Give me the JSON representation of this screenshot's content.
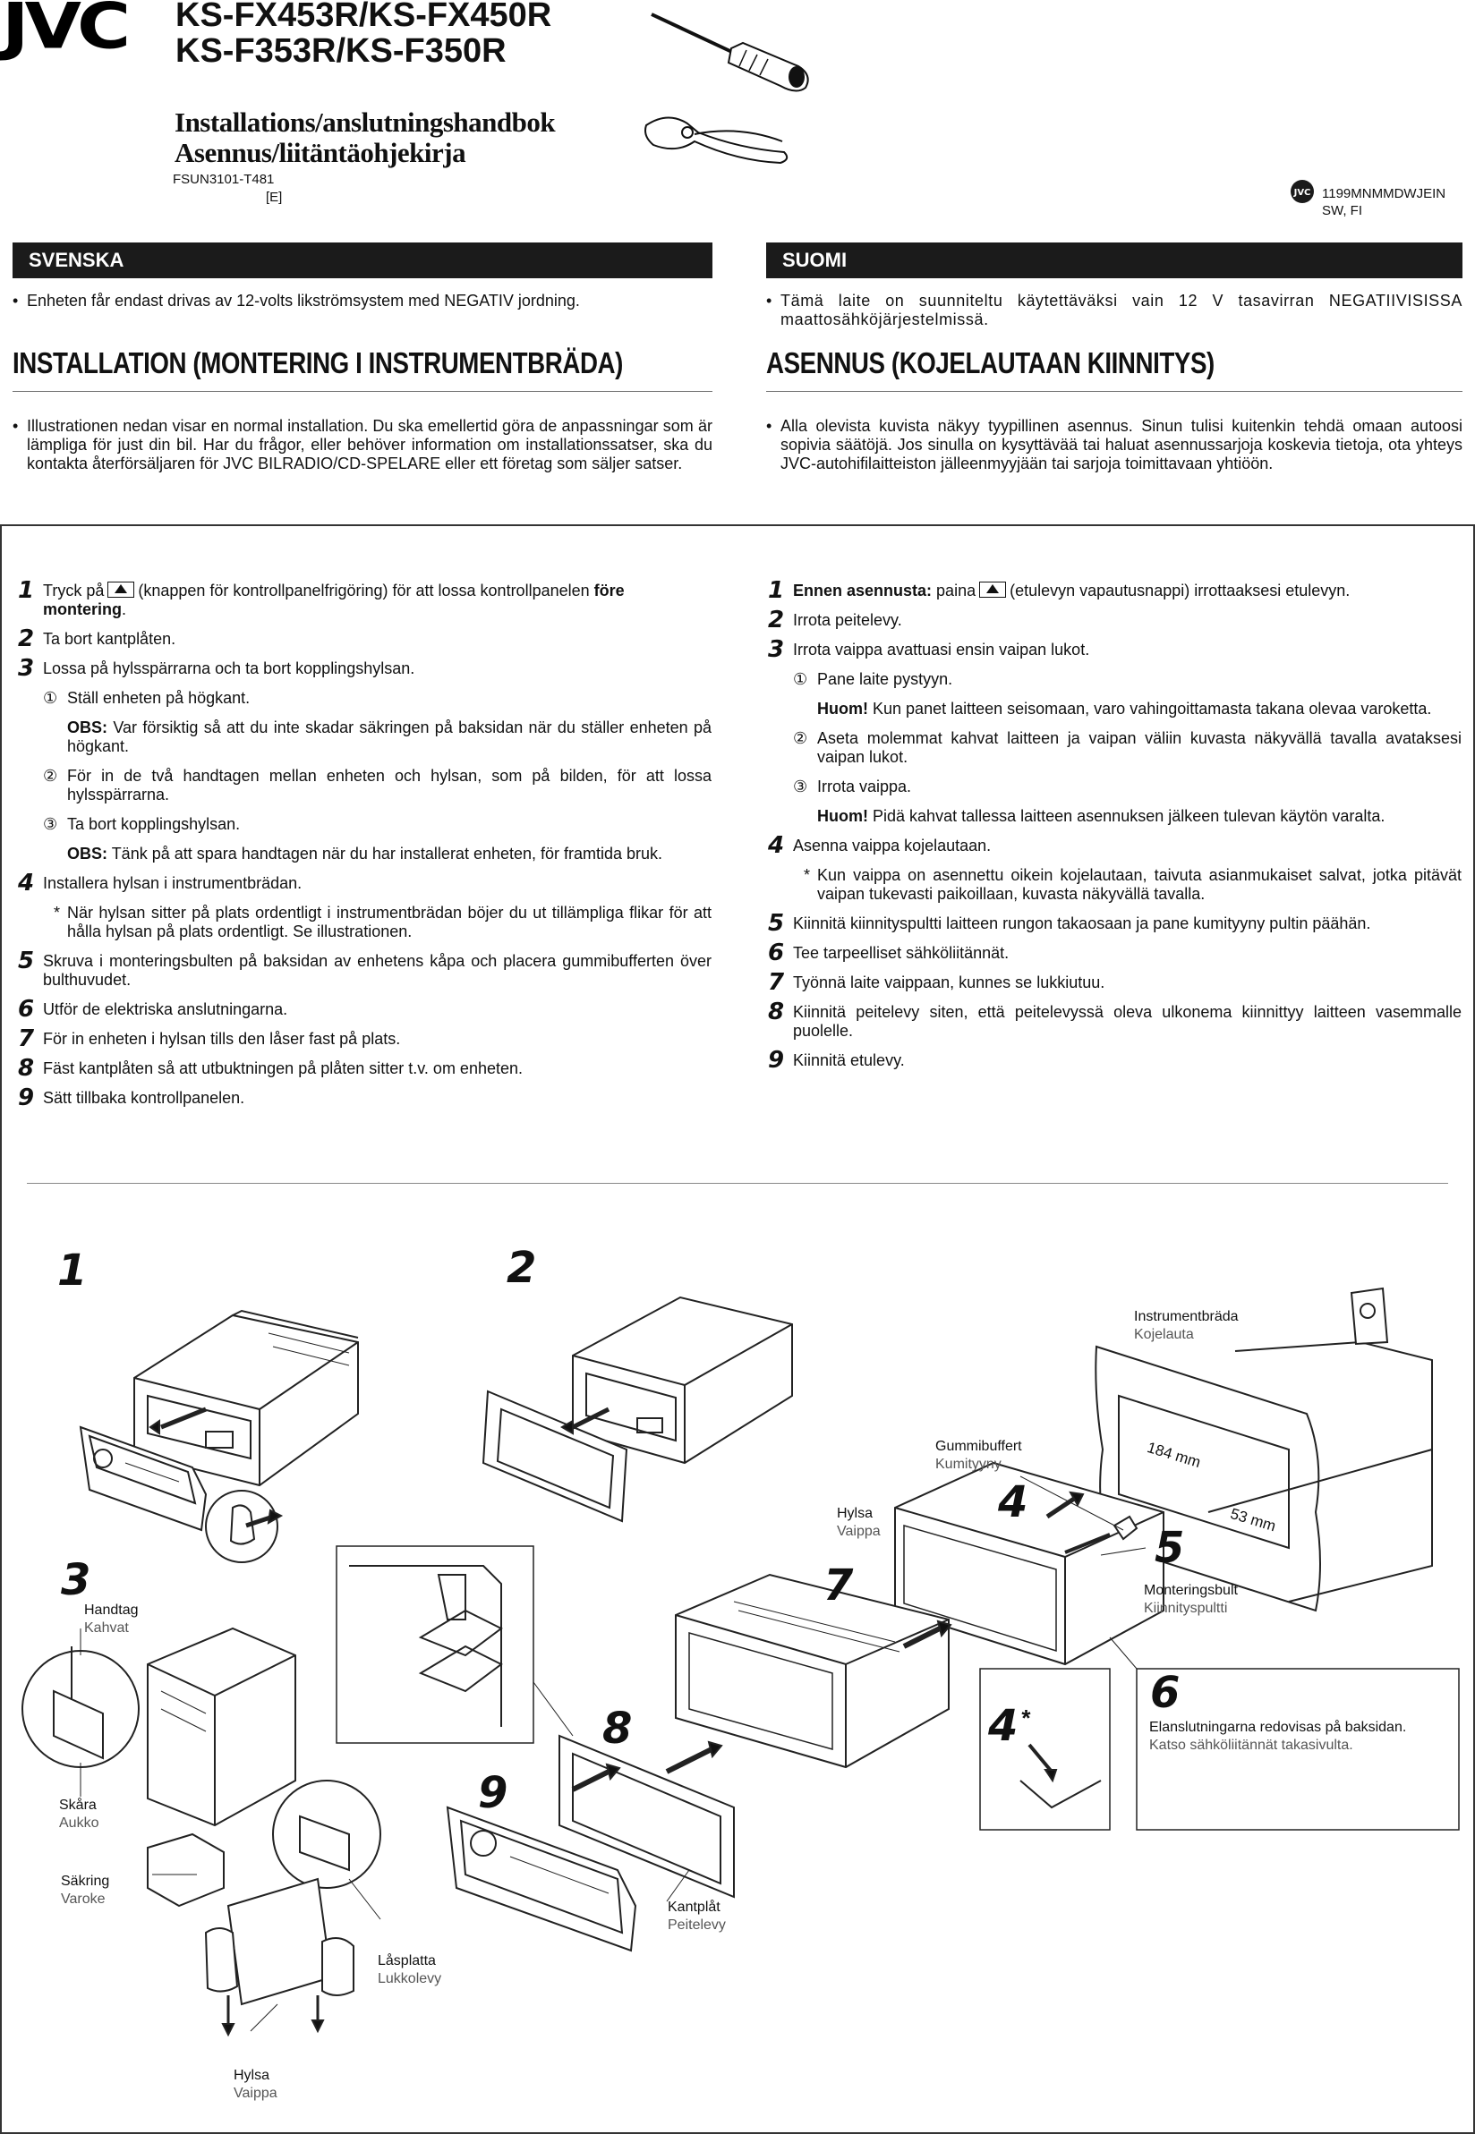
{
  "header": {
    "logo_text": "JVC",
    "model_line1": "KS-FX453R/KS-FX450R",
    "model_line2": "KS-F353R/KS-F350R",
    "handbook_line1": "Installations/anslutningshandbok",
    "handbook_line2": "Asennus/liitäntäohjekirja",
    "doc_code": "FSUN3101-T481",
    "doc_edition": "[E]",
    "print_code": "1199MNMMDWJEIN",
    "languages": "SW, FI",
    "seal_text": "JVC"
  },
  "sv": {
    "bar": "SVENSKA",
    "power_note": "Enheten får endast drivas av 12-volts likströmsystem med NEGATIV jordning.",
    "heading": "INSTALLATION (MONTERING I INSTRUMENTBRÄDA)",
    "intro": "Illustrationen nedan visar en normal installation. Du ska emellertid göra de anpassningar som är lämpliga för just din bil. Har du frågor, eller behöver information om installationssatser, ska du kontakta återförsäljaren för JVC BILRADIO/CD-SPELARE eller ett företag som säljer satser.",
    "steps": {
      "s1_num": "1",
      "s1_a": "Tryck på",
      "s1_b": "(knappen för kontrollpanelfrigöring) för att lossa kontrollpanelen",
      "s1_bold": "före montering",
      "s2_num": "2",
      "s2": "Ta bort kantplåten.",
      "s3_num": "3",
      "s3": "Lossa på hylsspärrarna och ta bort kopplingshylsan.",
      "s3_1_num": "①",
      "s3_1": "Ställ enheten på högkant.",
      "s3_obs1_label": "OBS:",
      "s3_obs1": "Var försiktig så att du inte skadar säkringen på baksidan när du ställer enheten på högkant.",
      "s3_2_num": "②",
      "s3_2": "För in de två handtagen mellan enheten och hylsan, som på bilden, för att lossa hylsspärrarna.",
      "s3_3_num": "③",
      "s3_3": "Ta bort kopplingshylsan.",
      "s3_obs2_label": "OBS:",
      "s3_obs2": "Tänk på att spara handtagen när du har installerat enheten, för framtida bruk.",
      "s4_num": "4",
      "s4": "Installera hylsan i instrumentbrädan.",
      "s4_star_mark": "*",
      "s4_star": "När hylsan sitter på plats ordentligt i instrumentbrädan böjer du ut tillämpliga flikar för att hålla hylsan på plats ordentligt. Se illustrationen.",
      "s5_num": "5",
      "s5": "Skruva i monteringsbulten på baksidan av enhetens kåpa och placera gummibufferten över bulthuvudet.",
      "s6_num": "6",
      "s6": "Utför de elektriska anslutningarna.",
      "s7_num": "7",
      "s7": "För in enheten i hylsan tills den låser fast på plats.",
      "s8_num": "8",
      "s8": "Fäst kantplåten så att utbuktningen på plåten sitter t.v. om enheten.",
      "s9_num": "9",
      "s9": "Sätt tillbaka kontrollpanelen."
    }
  },
  "fi": {
    "bar": "SUOMI",
    "power_note": "Tämä laite on suunniteltu käytettäväksi vain 12 V tasavirran NEGATIIVISISSA maattosähköjärjestelmissä.",
    "heading": "ASENNUS (KOJELAUTAAN KIINNITYS)",
    "intro": "Alla olevista kuvista näkyy tyypillinen asennus. Sinun tulisi kuitenkin tehdä omaan autoosi sopivia säätöjä. Jos sinulla on kysyttävää tai haluat asennussarjoja koskevia tietoja, ota yhteys JVC-autohifilaitteiston jälleenmyyjään tai sarjoja toimittavaan yhtiöön.",
    "steps": {
      "s1_num": "1",
      "s1_bold": "Ennen asennusta:",
      "s1_a": "paina",
      "s1_b": "(etulevyn vapautusnappi) irrottaaksesi etulevyn.",
      "s2_num": "2",
      "s2": "Irrota peitelevy.",
      "s3_num": "3",
      "s3": "Irrota vaippa avattuasi ensin vaipan lukot.",
      "s3_1_num": "①",
      "s3_1": "Pane laite pystyyn.",
      "s3_huom1_label": "Huom!",
      "s3_huom1": "Kun panet laitteen seisomaan, varo vahingoittamasta takana olevaa varoketta.",
      "s3_2_num": "②",
      "s3_2": "Aseta molemmat kahvat laitteen ja vaipan väliin kuvasta näkyvällä tavalla avataksesi vaipan lukot.",
      "s3_3_num": "③",
      "s3_3": "Irrota vaippa.",
      "s3_huom2_label": "Huom!",
      "s3_huom2": "Pidä kahvat tallessa laitteen asennuksen jälkeen tulevan käytön varalta.",
      "s4_num": "4",
      "s4": "Asenna vaippa kojelautaan.",
      "s4_star_mark": "*",
      "s4_star": "Kun vaippa on asennettu oikein kojelautaan, taivuta asianmukaiset salvat, jotka pitävät vaipan tukevasti paikoillaan, kuvasta näkyvällä tavalla.",
      "s5_num": "5",
      "s5": "Kiinnitä kiinnityspultti laitteen rungon takaosaan ja pane kumityyny pultin päähän.",
      "s6_num": "6",
      "s6": "Tee tarpeelliset sähköliitännät.",
      "s7_num": "7",
      "s7": "Työnnä laite vaippaan, kunnes se lukkiutuu.",
      "s8_num": "8",
      "s8": "Kiinnitä peitelevy siten, että peitelevyssä oleva ulkonema kiinnittyy laitteen vasemmalle puolelle.",
      "s9_num": "9",
      "s9": "Kiinnitä etulevy."
    }
  },
  "figure": {
    "n1": "1",
    "n2": "2",
    "n3": "3",
    "n4": "4",
    "n4star": "4",
    "n4star_mark": "*",
    "n5": "5",
    "n6": "6",
    "n7": "7",
    "n8": "8",
    "n9": "9",
    "instrumentbrada_sv": "Instrumentbräda",
    "instrumentbrada_fi": "Kojelauta",
    "dim_width": "184 mm",
    "dim_height": "53 mm",
    "gummibuffert_sv": "Gummibuffert",
    "gummibuffert_fi": "Kumityyny",
    "hylsa_sv": "Hylsa",
    "hylsa_fi": "Vaippa",
    "monteringsbult_sv": "Monteringsbult",
    "monteringsbult_fi": "Kiinnityspultti",
    "elan_sv": "Elanslutningarna redovisas på baksidan.",
    "elan_fi": "Katso sähköliitännät takasivulta.",
    "handtag_sv": "Handtag",
    "handtag_fi": "Kahvat",
    "skara_sv": "Skåra",
    "skara_fi": "Aukko",
    "sakring_sv": "Säkring",
    "sakring_fi": "Varoke",
    "lasplatta_sv": "Låsplatta",
    "lasplatta_fi": "Lukkolevy",
    "hylsa2_sv": "Hylsa",
    "hylsa2_fi": "Vaippa",
    "kantplat_sv": "Kantplåt",
    "kantplat_fi": "Peitelevy"
  }
}
